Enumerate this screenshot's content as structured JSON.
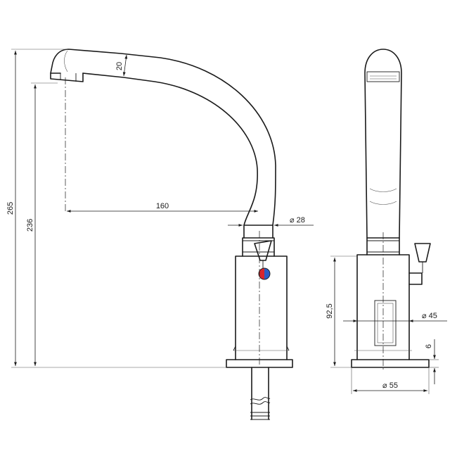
{
  "drawing": {
    "dimensions": {
      "total_height": "265",
      "spout_height": "236",
      "reach": "160",
      "spout_diameter": "⌀ 28",
      "spout_thickness": "20",
      "body_height": "92,5",
      "body_diameter": "⌀ 45",
      "base_thickness": "6",
      "base_diameter": "⌀ 55"
    },
    "colors": {
      "hot": "#d8262c",
      "cold": "#2a5cc4",
      "line": "#1a1a1a"
    }
  }
}
